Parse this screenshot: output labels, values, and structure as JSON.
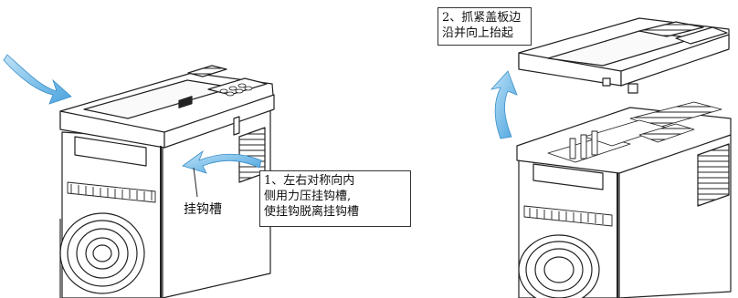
{
  "callout_left": {
    "lines": [
      "1、左右对称向内",
      "侧用力压挂钩槽,",
      "使挂钩脱离挂钩槽"
    ]
  },
  "callout_right": {
    "lines": [
      "2、抓紧盖板边",
      "沿并向上抬起"
    ]
  },
  "slot_label": "挂钩槽",
  "colors": {
    "arrow": "#4aa3df",
    "line": "#222222"
  }
}
